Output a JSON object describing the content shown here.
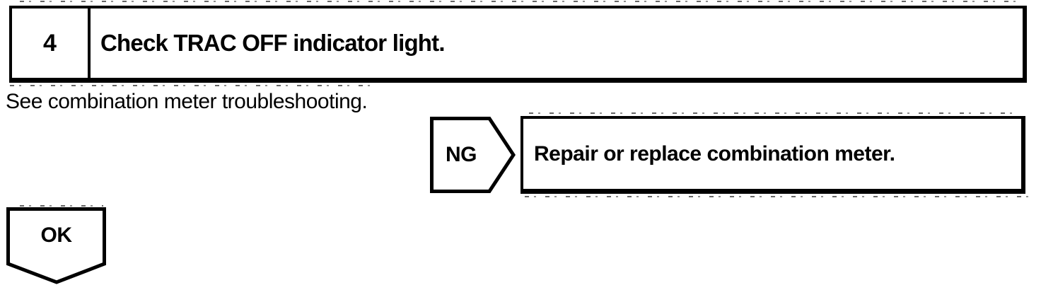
{
  "colors": {
    "background": "#ffffff",
    "ink": "#000000"
  },
  "step": {
    "number": "4",
    "title": "Check TRAC OFF indicator light."
  },
  "body": {
    "instruction": "See combination meter troubleshooting."
  },
  "flow": {
    "ng": {
      "label": "NG",
      "action": "Repair or replace combination meter."
    },
    "ok": {
      "label": "OK"
    }
  }
}
